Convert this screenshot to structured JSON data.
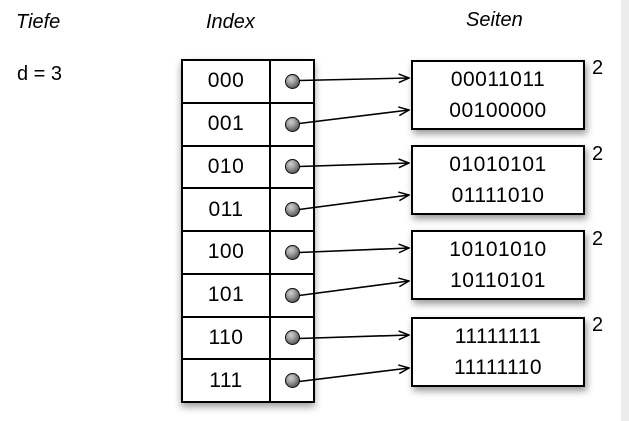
{
  "headers": {
    "depth": "Tiefe",
    "index": "Index",
    "pages": "Seiten"
  },
  "global_depth": "d = 3",
  "index": {
    "rows": [
      "000",
      "001",
      "010",
      "011",
      "100",
      "101",
      "110",
      "111"
    ]
  },
  "pages": [
    {
      "values": [
        "00011011",
        "00100000"
      ],
      "local_depth": "2"
    },
    {
      "values": [
        "01010101",
        "01111010"
      ],
      "local_depth": "2"
    },
    {
      "values": [
        "10101010",
        "10110101"
      ],
      "local_depth": "2"
    },
    {
      "values": [
        "11111111",
        "11111110"
      ],
      "local_depth": "2"
    }
  ],
  "links": [
    {
      "index_row": "000",
      "page": 0,
      "slot": 0
    },
    {
      "index_row": "001",
      "page": 0,
      "slot": 1
    },
    {
      "index_row": "010",
      "page": 1,
      "slot": 0
    },
    {
      "index_row": "011",
      "page": 1,
      "slot": 1
    },
    {
      "index_row": "100",
      "page": 2,
      "slot": 0
    },
    {
      "index_row": "101",
      "page": 2,
      "slot": 1
    },
    {
      "index_row": "110",
      "page": 3,
      "slot": 0
    },
    {
      "index_row": "111",
      "page": 3,
      "slot": 1
    }
  ],
  "colors": {
    "background": "#ffffff",
    "line": "#000000",
    "knob_light": "#d0d0d0",
    "knob_dark": "#3a3a3a",
    "edge_band": "#ececec"
  }
}
